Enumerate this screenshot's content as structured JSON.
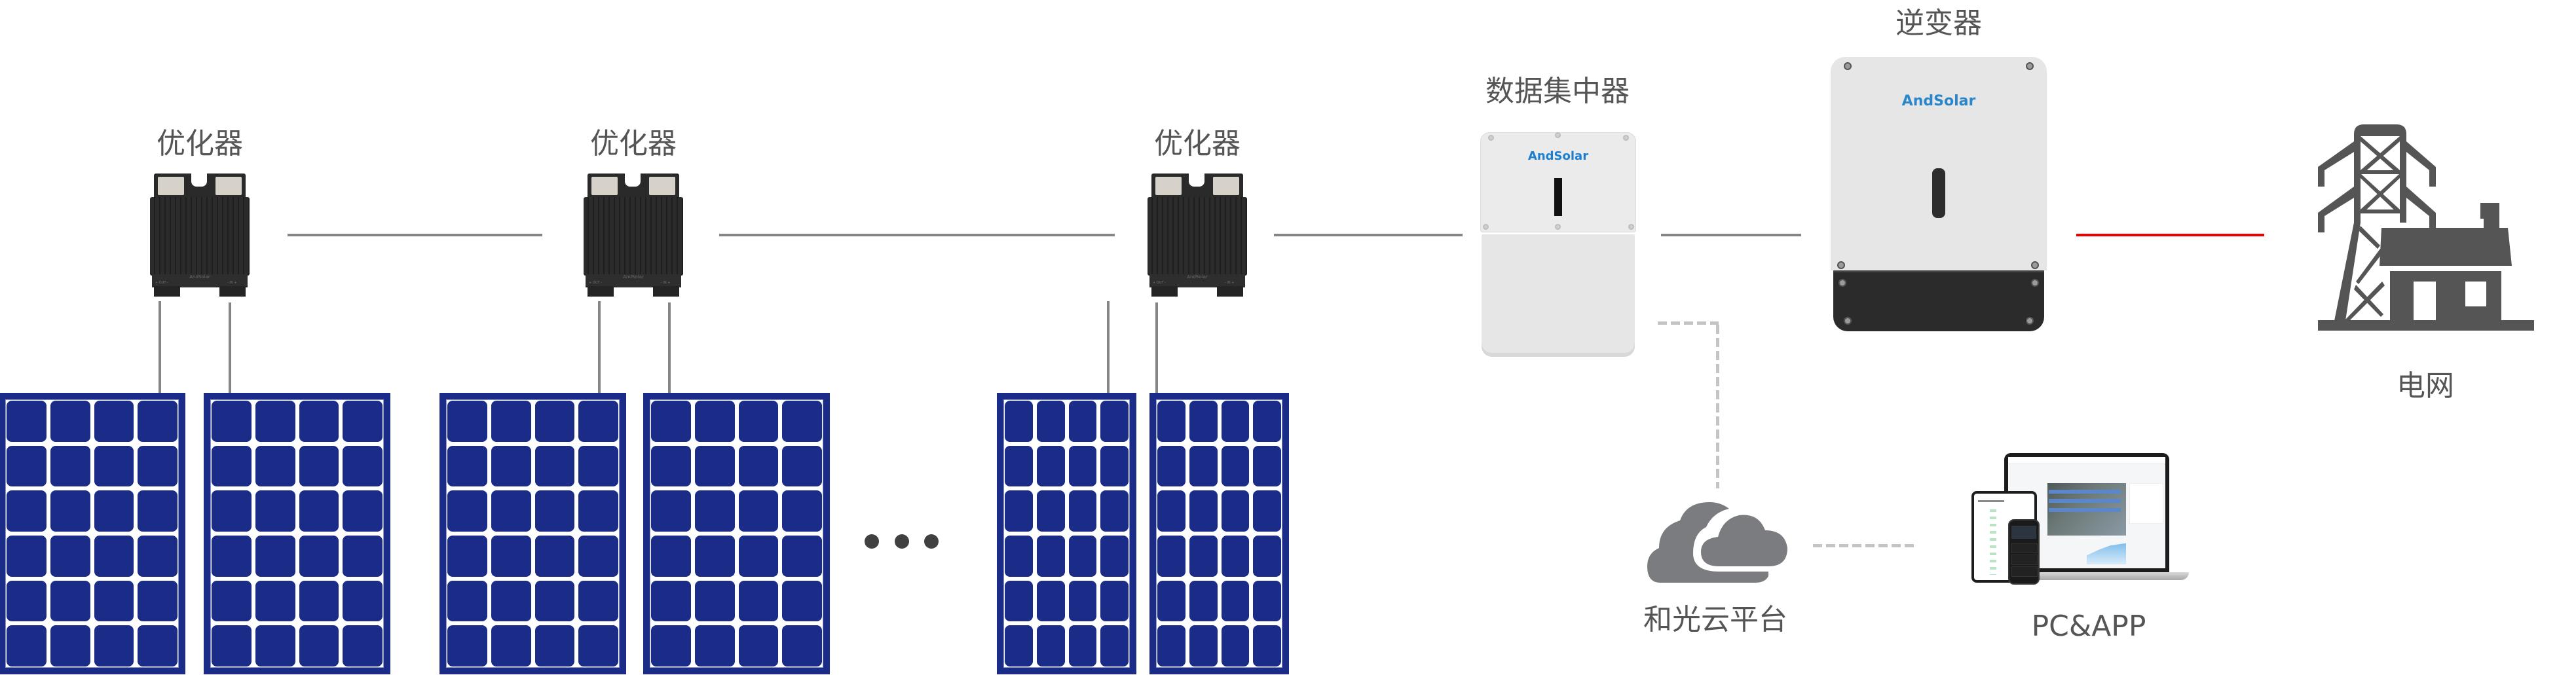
{
  "diagram": {
    "title": "AndSolar optimizer system topology",
    "nodes": {
      "optimizers": [
        {
          "label": "优化器"
        },
        {
          "label": "优化器"
        },
        {
          "label": "优化器"
        }
      ],
      "optimizer_brand": "AndSolar",
      "optimizer_port_out": "+ OUT -",
      "optimizer_port_in": "- IN +",
      "data_concentrator": {
        "label": "数据集中器",
        "brand": "AndSolar"
      },
      "inverter": {
        "label": "逆变器",
        "brand": "AndSolar"
      },
      "grid": {
        "label": "电网",
        "icon": "power-tower-house-icon"
      },
      "cloud_platform": {
        "label": "和光云平台",
        "icon": "cloud-icon"
      },
      "pc_app": {
        "label": "PC&APP",
        "icon": "devices-icon"
      }
    },
    "solar_panels": {
      "count_shown": 6,
      "cell_columns": 4,
      "cell_rows": 6
    },
    "ellipsis": "more panels",
    "connections": [
      {
        "from": "optimizer-1",
        "to": "optimizer-2",
        "style": "solid",
        "color": "#858585"
      },
      {
        "from": "optimizer-2",
        "to": "optimizer-3",
        "style": "solid",
        "color": "#858585"
      },
      {
        "from": "optimizer-3",
        "to": "data_concentrator",
        "style": "solid",
        "color": "#858585"
      },
      {
        "from": "data_concentrator",
        "to": "inverter",
        "style": "solid",
        "color": "#858585"
      },
      {
        "from": "inverter",
        "to": "grid",
        "style": "solid",
        "color": "#ee0000"
      },
      {
        "from": "data_concentrator",
        "to": "cloud_platform",
        "style": "dashed",
        "color": "#c4c4c4"
      },
      {
        "from": "cloud_platform",
        "to": "pc_app",
        "style": "dashed",
        "color": "#c4c4c4"
      }
    ],
    "colors": {
      "panel_blue": "#1a2b88",
      "label_gray": "#555555",
      "ac_line_red": "#ee0000",
      "dc_line_gray": "#858585",
      "brand_blue": "#1a7fd1"
    }
  }
}
